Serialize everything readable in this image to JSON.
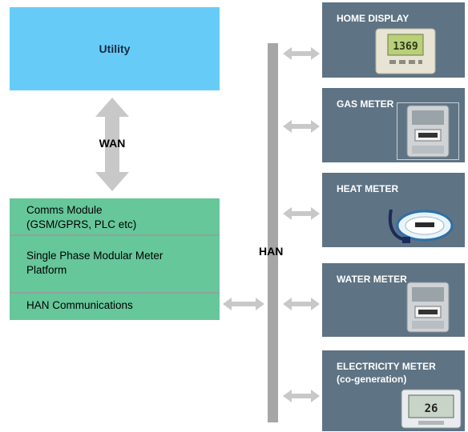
{
  "utility": {
    "label": "Utility"
  },
  "wan": {
    "label": "WAN"
  },
  "han": {
    "label": "HAN"
  },
  "module": {
    "section1": [
      "Comms Module",
      "(GSM/GPRS, PLC etc)"
    ],
    "section2": [
      "Single Phase Modular Meter",
      "Platform"
    ],
    "section3": [
      "HAN Communications"
    ]
  },
  "devices": [
    {
      "title": "HOME DISPLAY",
      "icon": "home-display-icon"
    },
    {
      "title": "GAS METER",
      "icon": "gas-meter-icon"
    },
    {
      "title": "HEAT METER",
      "icon": "heat-meter-icon"
    },
    {
      "title": "WATER METER",
      "icon": "water-meter-icon"
    },
    {
      "title": "ELECTRICITY METER",
      "title2": "(co-generation)",
      "icon": "electricity-meter-icon"
    }
  ],
  "display_readouts": {
    "home": "1369",
    "electric": "26"
  },
  "colors": {
    "utility": "#66ccf7",
    "module": "#66c79a",
    "device_panel": "#5e7383",
    "han_bus": "#a6a6a6",
    "arrows": "#c8c8c8"
  }
}
